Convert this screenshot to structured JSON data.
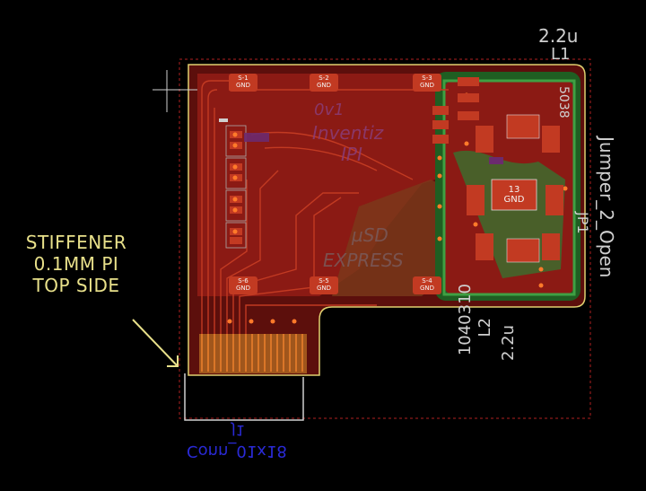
{
  "annotation": {
    "line1": "STIFFENER",
    "line2": "0.1MM PI",
    "line3": "TOP SIDE"
  },
  "components": {
    "l1_value": "2.2u",
    "l1_ref": "L1",
    "l2_value": "2.2u",
    "l2_ref": "L2",
    "jumper_value": "Jumper_2_Open",
    "jumper_ref": "JP1",
    "part_number": "1040310",
    "ic_pn": "5038",
    "connector_name": "Conn_01x18",
    "connector_ref": "J1"
  },
  "pads": {
    "s1_name": "S-1",
    "s1_net": "GND",
    "s2_name": "S-2",
    "s2_net": "GND",
    "s3_name": "S-3",
    "s3_net": "GND",
    "s4_name": "S-4",
    "s4_net": "GND",
    "s5_name": "S-5",
    "s5_net": "GND",
    "s6_name": "S-6",
    "s6_net": "GND",
    "ic_pin13": "13",
    "ic_pin13_net": "GND"
  },
  "board_ghost_text": {
    "line1": "Inventiz",
    "line2": "IPI",
    "line3": "µSD",
    "line4": "EXPRESS",
    "line5": "0v1"
  },
  "colors": {
    "background": "#000000",
    "copper_top": "#8b1a14",
    "copper_bright": "#d0402a",
    "copper_bottom": "#2e7d32",
    "silkscreen": "#cfcfcf",
    "annotation": "#e8e08a",
    "edge_cuts": "#e0d070"
  }
}
